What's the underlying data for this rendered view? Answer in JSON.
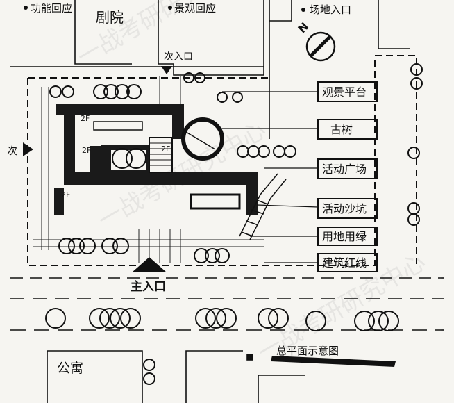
{
  "labels": {
    "function_zone": "功能回应",
    "theater": "剧院",
    "landscape_zone": "景观回应",
    "site_entrance": "场地入口",
    "secondary_entrance_top": "次入口",
    "secondary_entrance_left": "次",
    "main_entrance": "主入口",
    "apartment": "公寓",
    "title": "总平面示意图",
    "floor_2f_a": "2F",
    "floor_2f_b": "2F",
    "floor_2f_c": "2F",
    "floor_2f_d": "2F",
    "north": "N"
  },
  "legend": [
    {
      "id": "viewing-platform",
      "label": "观景平台"
    },
    {
      "id": "ancient-tree",
      "label": "古树"
    },
    {
      "id": "activity-plaza",
      "label": "活动广场"
    },
    {
      "id": "activity-sandpit",
      "label": "活动沙坑"
    },
    {
      "id": "land-use-line",
      "label": "用地用绿"
    },
    {
      "id": "building-red-line",
      "label": "建筑红线"
    }
  ],
  "watermark": "一战考研研究中心"
}
